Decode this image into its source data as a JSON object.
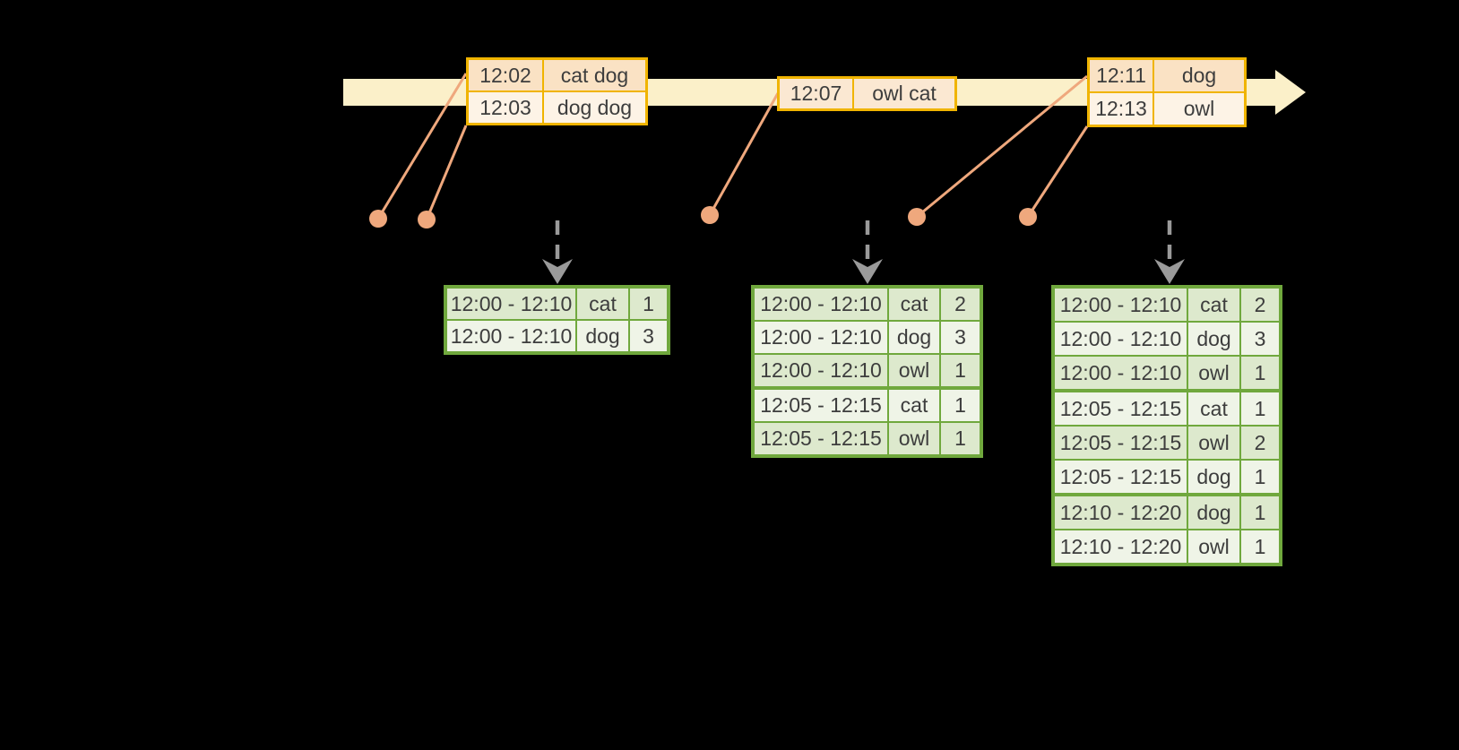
{
  "colors": {
    "background": "#000000",
    "timeline_fill": "#fbf0c9",
    "event_border": "#f0b400",
    "event_row_peach": "#fae2c4",
    "event_row_cream": "#fdf3e6",
    "event_row_mid": "#fbe8d2",
    "connector": "#efa87d",
    "trigger_arrow": "#9a9a9a",
    "result_border": "#70a83d",
    "result_row_dark": "#dde9cd",
    "result_row_light": "#eff4e7",
    "text": "#3d3d3d"
  },
  "event_tables": [
    {
      "rows": [
        {
          "time": "12:02",
          "words": "cat dog"
        },
        {
          "time": "12:03",
          "words": "dog dog"
        }
      ]
    },
    {
      "rows": [
        {
          "time": "12:07",
          "words": "owl cat"
        }
      ]
    },
    {
      "rows": [
        {
          "time": "12:11",
          "words": "dog"
        },
        {
          "time": "12:13",
          "words": "owl"
        }
      ]
    }
  ],
  "result_tables": [
    {
      "rows": [
        {
          "window": "12:00 - 12:10",
          "word": "cat",
          "count": "1"
        },
        {
          "window": "12:00 - 12:10",
          "word": "dog",
          "count": "3"
        }
      ]
    },
    {
      "rows": [
        {
          "window": "12:00 - 12:10",
          "word": "cat",
          "count": "2"
        },
        {
          "window": "12:00 - 12:10",
          "word": "dog",
          "count": "3"
        },
        {
          "window": "12:00 - 12:10",
          "word": "owl",
          "count": "1"
        },
        {
          "window": "12:05 - 12:15",
          "word": "cat",
          "count": "1"
        },
        {
          "window": "12:05 - 12:15",
          "word": "owl",
          "count": "1"
        }
      ]
    },
    {
      "rows": [
        {
          "window": "12:00 - 12:10",
          "word": "cat",
          "count": "2"
        },
        {
          "window": "12:00 - 12:10",
          "word": "dog",
          "count": "3"
        },
        {
          "window": "12:00 - 12:10",
          "word": "owl",
          "count": "1"
        },
        {
          "window": "12:05 - 12:15",
          "word": "cat",
          "count": "1"
        },
        {
          "window": "12:05 - 12:15",
          "word": "owl",
          "count": "2"
        },
        {
          "window": "12:05 - 12:15",
          "word": "dog",
          "count": "1"
        },
        {
          "window": "12:10 - 12:20",
          "word": "dog",
          "count": "1"
        },
        {
          "window": "12:10 - 12:20",
          "word": "owl",
          "count": "1"
        }
      ]
    }
  ]
}
